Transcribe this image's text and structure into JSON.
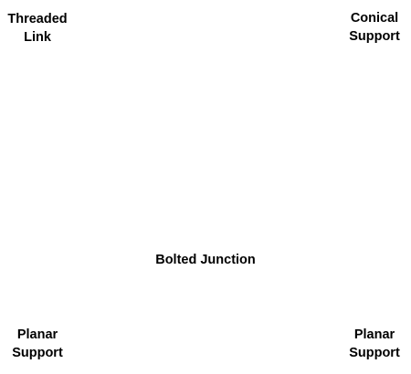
{
  "diagram": {
    "nodes": [
      {
        "id": "threaded-link",
        "label": "Threaded\nLink"
      },
      {
        "id": "conical-support",
        "label": "Conical\nSupport"
      },
      {
        "id": "bolted-junction",
        "label": "Bolted Junction"
      },
      {
        "id": "planar-support-left",
        "label": "Planar\nSupport"
      },
      {
        "id": "planar-support-right",
        "label": "Planar\nSupport"
      }
    ]
  }
}
